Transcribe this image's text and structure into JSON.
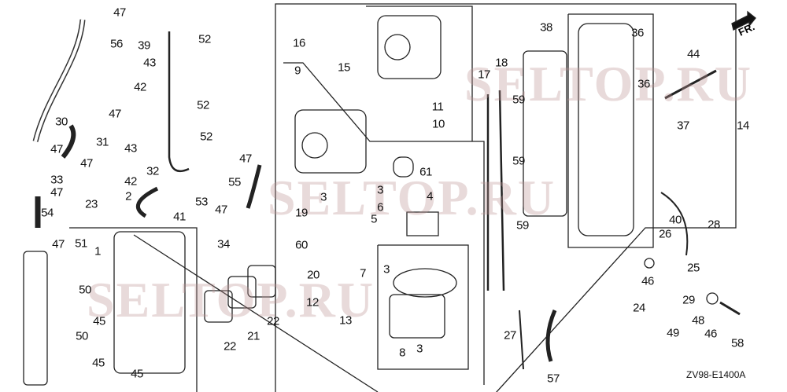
{
  "diagram_code": "ZV98-E1400A",
  "front_marker": "FR.",
  "watermarks": [
    "SELTOP.RU",
    "SELTOP.RU",
    "SELTOP.RU"
  ],
  "labels": [
    "47",
    "56",
    "39",
    "52",
    "43",
    "42",
    "52",
    "30",
    "47",
    "31",
    "52",
    "43",
    "47",
    "47",
    "32",
    "42",
    "33",
    "47",
    "2",
    "23",
    "53",
    "41",
    "54",
    "47",
    "55",
    "47",
    "47",
    "34",
    "51",
    "1",
    "50",
    "45",
    "50",
    "45",
    "45",
    "22",
    "21",
    "22",
    "16",
    "9",
    "15",
    "11",
    "10",
    "61",
    "3",
    "4",
    "6",
    "5",
    "3",
    "19",
    "60",
    "20",
    "12",
    "13",
    "7",
    "3",
    "8",
    "3",
    "17",
    "18",
    "38",
    "59",
    "59",
    "59",
    "36",
    "36",
    "44",
    "37",
    "14",
    "40",
    "28",
    "26",
    "25",
    "46",
    "24",
    "29",
    "48",
    "46",
    "49",
    "58",
    "27",
    "57"
  ]
}
